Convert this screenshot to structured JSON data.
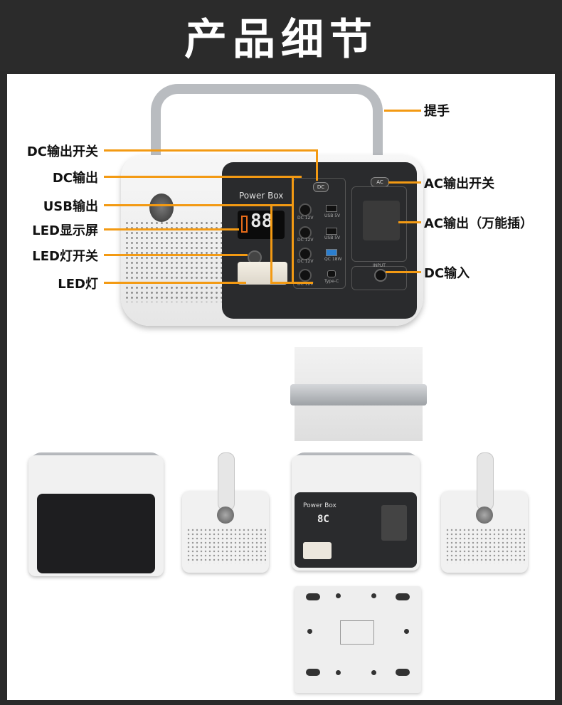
{
  "title": "产品细节",
  "main_device": {
    "brand": "Power Box",
    "display_digits": "88",
    "dc_button": "DC",
    "ac_button": "AC",
    "input_label": "INPUT",
    "usb_labels": [
      "USB 5V",
      "USB 5V",
      "QC 18W",
      "Type-C"
    ],
    "dc_port_labels": [
      "DC 12V",
      "DC 12V",
      "DC 12V",
      "DC 12V"
    ]
  },
  "callouts": {
    "handle": "提手",
    "dc_switch": "DC输出开关",
    "dc_output": "DC输出",
    "usb_output": "USB输出",
    "led_display": "LED显示屏",
    "led_switch": "LED灯开关",
    "led_light": "LED灯",
    "ac_switch": "AC输出开关",
    "ac_output": "AC输出（万能插）",
    "dc_input": "DC输入"
  },
  "small_view": {
    "brand": "Power Box",
    "display_digits": "8C"
  },
  "colors": {
    "header_bg": "#2b2b2b",
    "accent_line": "#f39a13",
    "panel_bg": "#ffffff"
  }
}
